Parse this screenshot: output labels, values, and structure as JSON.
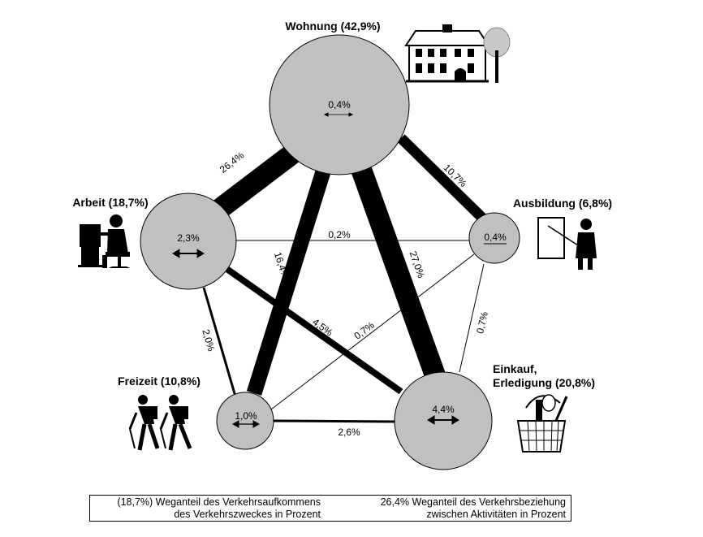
{
  "diagram": {
    "nodes": {
      "wohnung": {
        "title": "Wohnung (42,9%)",
        "inner": "0,4%"
      },
      "arbeit": {
        "title": "Arbeit (18,7%)",
        "inner": "2,3%"
      },
      "ausbildung": {
        "title": "Ausbildung (6,8%)",
        "inner": "0,4%"
      },
      "freizeit": {
        "title": "Freizeit (10,8%)",
        "inner": "1,0%"
      },
      "einkauf": {
        "title_line1": "Einkauf,",
        "title_line2": "Erledigung (20,8%)",
        "inner": "4,4%"
      }
    },
    "flows": {
      "wohnung_arbeit": "26,4%",
      "wohnung_ausbildung": "10,7%",
      "wohnung_freizeit": "16,4%",
      "wohnung_einkauf": "27,0%",
      "arbeit_ausbildung": "0,2%",
      "arbeit_einkauf": "4,5%",
      "arbeit_freizeit": "2,0%",
      "ausbildung_freizeit": "0,7%",
      "ausbildung_einkauf": "0,7%",
      "freizeit_einkauf": "2,6%"
    },
    "colors": {
      "node_fill": "#c0c0c0",
      "flow": "#000000"
    },
    "icons": [
      "house-icon",
      "office-worker-icon",
      "teacher-icon",
      "hikers-icon",
      "shopping-basket-icon"
    ]
  },
  "legend": {
    "left_line1": "(18,7%) Weganteil des Verkehrsaufkommens",
    "left_line2": "des Verkehrszweckes in Prozent",
    "right_line1": "26,4% Weganteil des Verkehrsbeziehung",
    "right_line2": "zwischen Aktivitäten in Prozent"
  }
}
